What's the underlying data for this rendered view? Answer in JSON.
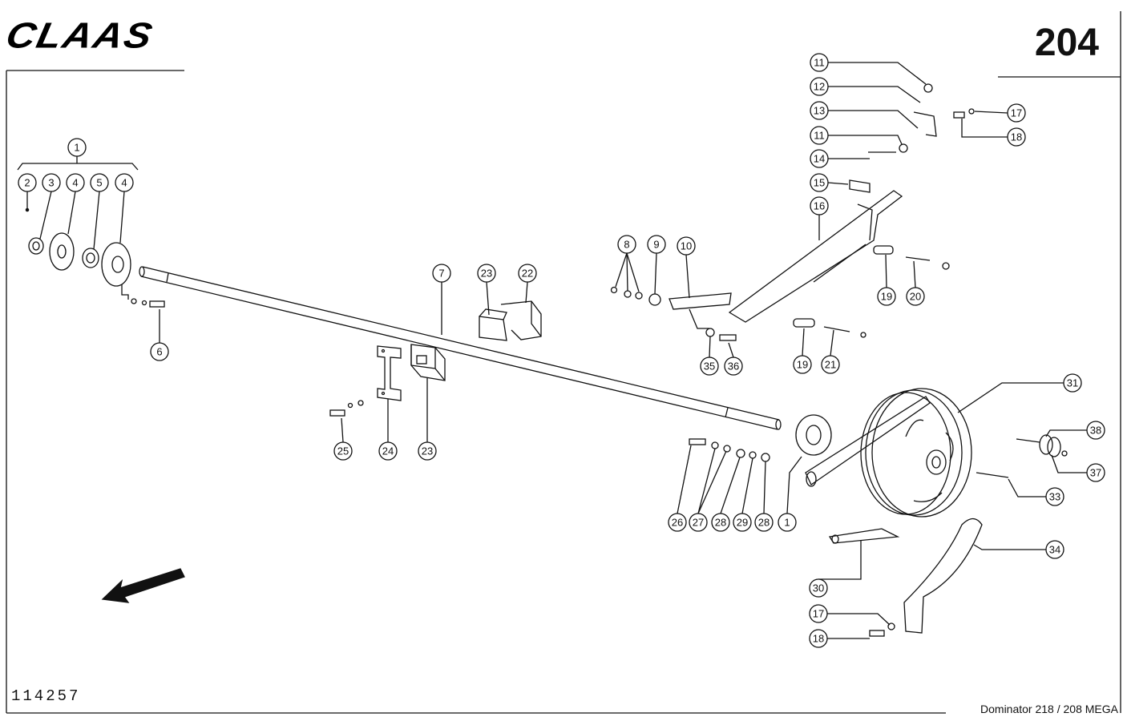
{
  "header": {
    "brand": "CLAAS",
    "page_number": "204"
  },
  "footer": {
    "drawing_number": "114257",
    "model": "Dominator 218 / 208 MEGA"
  },
  "callouts": [
    {
      "id": "c1a",
      "label": "1"
    },
    {
      "id": "c2",
      "label": "2"
    },
    {
      "id": "c3",
      "label": "3"
    },
    {
      "id": "c4a",
      "label": "4"
    },
    {
      "id": "c5",
      "label": "5"
    },
    {
      "id": "c4b",
      "label": "4"
    },
    {
      "id": "c6",
      "label": "6"
    },
    {
      "id": "c7",
      "label": "7"
    },
    {
      "id": "c23a",
      "label": "23"
    },
    {
      "id": "c22",
      "label": "22"
    },
    {
      "id": "c25",
      "label": "25"
    },
    {
      "id": "c24",
      "label": "24"
    },
    {
      "id": "c23b",
      "label": "23"
    },
    {
      "id": "c8",
      "label": "8"
    },
    {
      "id": "c9",
      "label": "9"
    },
    {
      "id": "c10",
      "label": "10"
    },
    {
      "id": "c35",
      "label": "35"
    },
    {
      "id": "c36",
      "label": "36"
    },
    {
      "id": "c11a",
      "label": "11"
    },
    {
      "id": "c12",
      "label": "12"
    },
    {
      "id": "c13",
      "label": "13"
    },
    {
      "id": "c11b",
      "label": "11"
    },
    {
      "id": "c14",
      "label": "14"
    },
    {
      "id": "c15",
      "label": "15"
    },
    {
      "id": "c16",
      "label": "16"
    },
    {
      "id": "c17a",
      "label": "17"
    },
    {
      "id": "c18a",
      "label": "18"
    },
    {
      "id": "c19a",
      "label": "19"
    },
    {
      "id": "c20",
      "label": "20"
    },
    {
      "id": "c19b",
      "label": "19"
    },
    {
      "id": "c21",
      "label": "21"
    },
    {
      "id": "c31",
      "label": "31"
    },
    {
      "id": "c38",
      "label": "38"
    },
    {
      "id": "c37",
      "label": "37"
    },
    {
      "id": "c33",
      "label": "33"
    },
    {
      "id": "c34",
      "label": "34"
    },
    {
      "id": "c30",
      "label": "30"
    },
    {
      "id": "c17b",
      "label": "17"
    },
    {
      "id": "c18b",
      "label": "18"
    },
    {
      "id": "c26",
      "label": "26"
    },
    {
      "id": "c27",
      "label": "27"
    },
    {
      "id": "c28a",
      "label": "28"
    },
    {
      "id": "c29",
      "label": "29"
    },
    {
      "id": "c28b",
      "label": "28"
    },
    {
      "id": "c1b",
      "label": "1"
    }
  ]
}
